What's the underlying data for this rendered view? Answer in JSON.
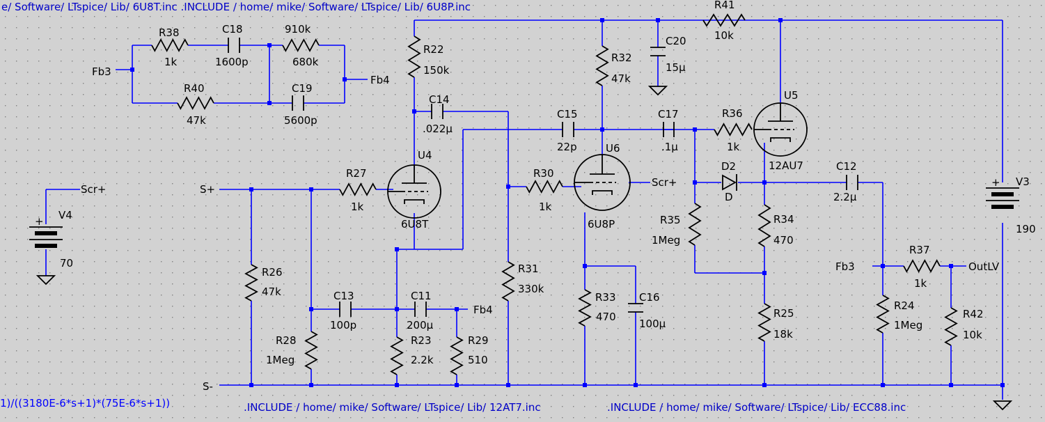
{
  "directives": {
    "inc_top": "e/ Software/ LTspice/ Lib/ 6U8T.inc .INCLUDE / home/ mike/ Software/ LTspice/ Lib/ 6U8P.inc",
    "inc_12at7": ".INCLUDE / home/ mike/ Software/ LTspice/ Lib/ 12AT7.inc",
    "inc_ecc88": ".INCLUDE / home/ mike/ Software/ LTspice/ Lib/ ECC88.inc",
    "laplace": "1)/((3180E-6*s+1)*(75E-6*s+1))"
  },
  "components": {
    "R38": {
      "name": "R38",
      "value": "1k"
    },
    "C18": {
      "name": "C18",
      "value": "1600p"
    },
    "R910": {
      "name": "910k",
      "value": "680k"
    },
    "R40": {
      "name": "R40",
      "value": "47k"
    },
    "C19": {
      "name": "C19",
      "value": "5600p"
    },
    "R22": {
      "name": "R22",
      "value": "150k"
    },
    "C14": {
      "name": "C14",
      "value": ".022µ"
    },
    "R32": {
      "name": "R32",
      "value": "47k"
    },
    "C20": {
      "name": "C20",
      "value": "15µ"
    },
    "R41": {
      "name": "R41",
      "value": "10k"
    },
    "C15": {
      "name": "C15",
      "value": "22p"
    },
    "C17": {
      "name": "C17",
      "value": ".1µ"
    },
    "R36": {
      "name": "R36",
      "value": "1k"
    },
    "U5": {
      "name": "U5",
      "value": "12AU7"
    },
    "U4": {
      "name": "U4",
      "value": "6U8T"
    },
    "U6": {
      "name": "U6",
      "value": "6U8P"
    },
    "R27": {
      "name": "R27",
      "value": "1k"
    },
    "R30": {
      "name": "R30",
      "value": "1k"
    },
    "D2": {
      "name": "D2",
      "value": "D"
    },
    "C12": {
      "name": "C12",
      "value": "2.2µ"
    },
    "V3": {
      "name": "V3",
      "value": "190"
    },
    "V4": {
      "name": "V4",
      "value": "70"
    },
    "R35": {
      "name": "R35",
      "value": "1Meg"
    },
    "R34": {
      "name": "R34",
      "value": "470"
    },
    "R37": {
      "name": "R37",
      "value": "1k"
    },
    "R26": {
      "name": "R26",
      "value": "47k"
    },
    "R31": {
      "name": "R31",
      "value": "330k"
    },
    "C13": {
      "name": "C13",
      "value": "100p"
    },
    "C11": {
      "name": "C11",
      "value": "200µ"
    },
    "R33": {
      "name": "R33",
      "value": "470"
    },
    "C16": {
      "name": "C16",
      "value": "100µ"
    },
    "R25": {
      "name": "R25",
      "value": "18k"
    },
    "R24": {
      "name": "R24",
      "value": "1Meg"
    },
    "R42": {
      "name": "R42",
      "value": "10k"
    },
    "R28": {
      "name": "R28",
      "value": "1Meg"
    },
    "R23": {
      "name": "R23",
      "value": "2.2k"
    },
    "R29": {
      "name": "R29",
      "value": "510"
    }
  },
  "nets": {
    "fb3_left": "Fb3",
    "fb4_right": "Fb4",
    "scr_v4": "Scr+",
    "s_plus": "S+",
    "scr_u6": "Scr+",
    "fb3_out": "Fb3",
    "out_lv": "OutLV",
    "fb4_c11": "Fb4",
    "s_minus": "S-"
  },
  "colors": {
    "background": "#d2d2d2",
    "grid_dot": "#808080",
    "wire": "#0000ff",
    "component": "#000000",
    "directive_text": "#0000c8"
  }
}
